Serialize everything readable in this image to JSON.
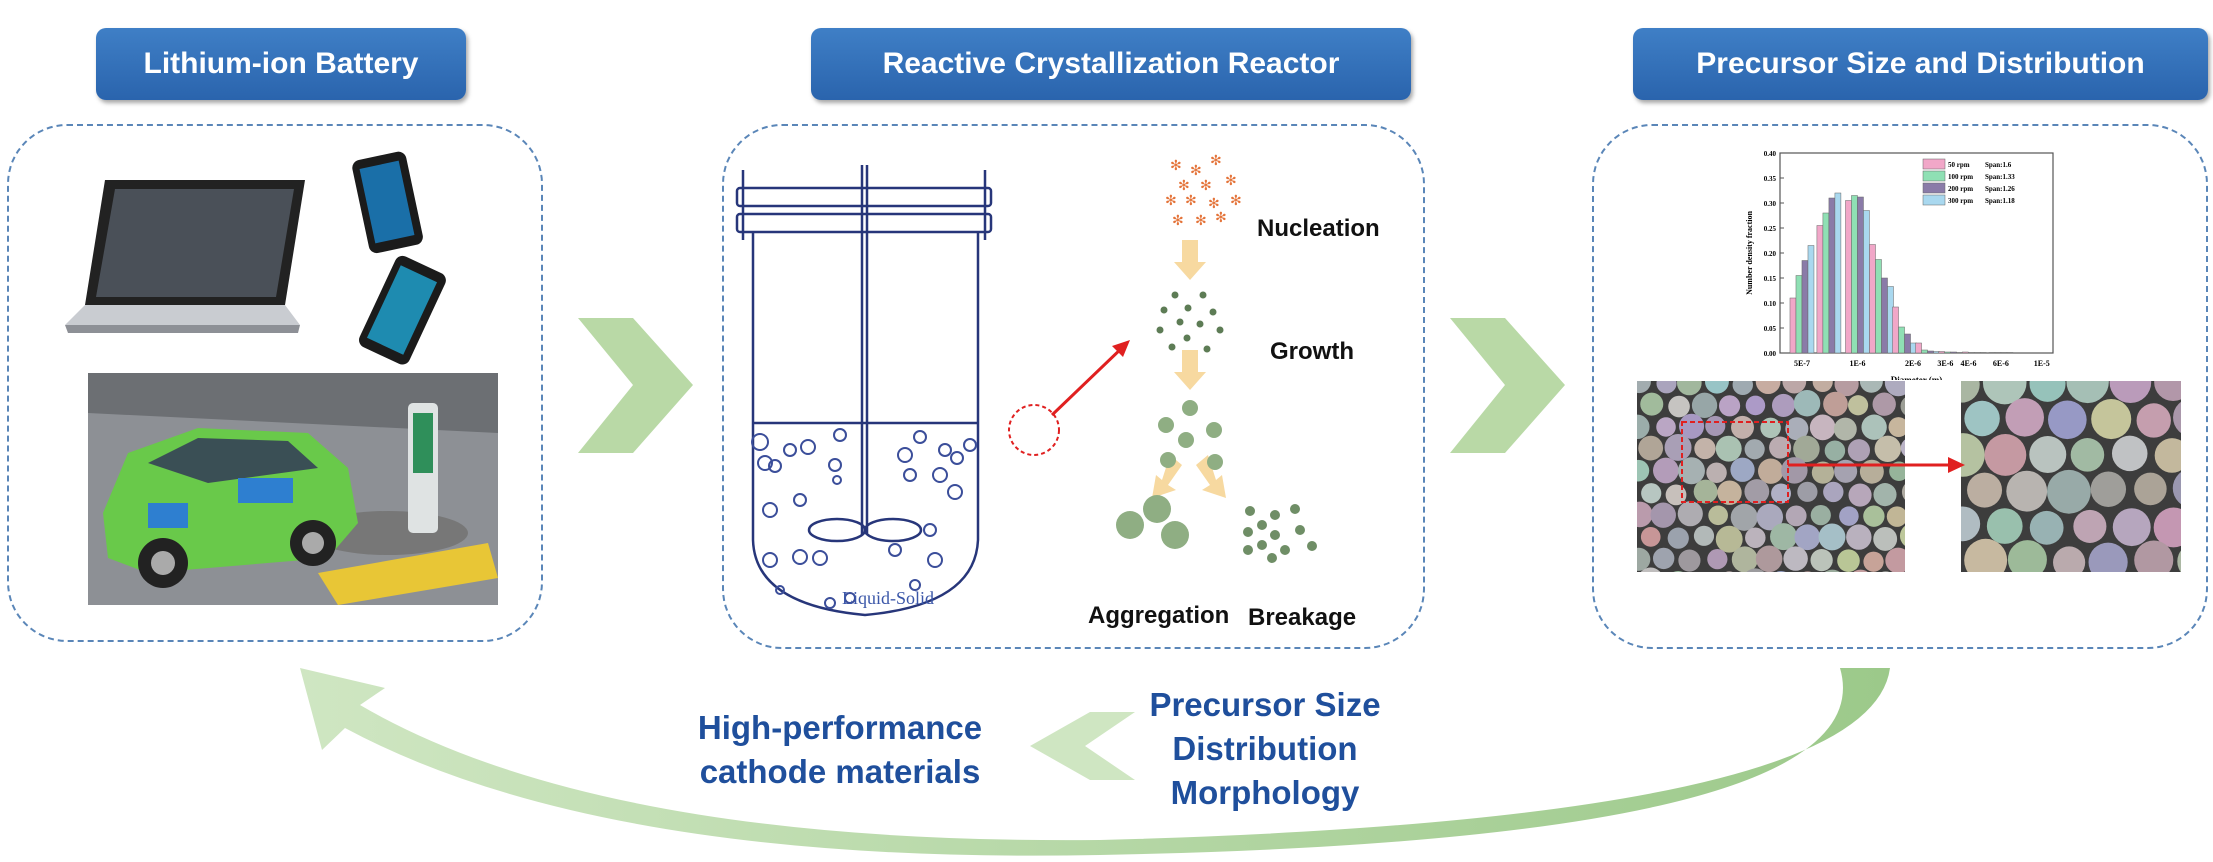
{
  "titles": {
    "battery": "Lithium-ion Battery",
    "reactor": "Reactive Crystallization Reactor",
    "precursor": "Precursor Size and  Distribution"
  },
  "reactor": {
    "liquid_label": "Liquid-Solid",
    "steps": {
      "nucleation": "Nucleation",
      "growth": "Growth",
      "aggregation": "Aggregation",
      "breakage": "Breakage"
    }
  },
  "bottom": {
    "precursor_lines": [
      "Precursor Size",
      "Distribution",
      "Morphology"
    ],
    "cathode_lines": [
      "High-performance",
      "cathode materials"
    ]
  },
  "colors": {
    "title_bg": "#2f6db5",
    "bottom_text": "#1f4f9c",
    "arrow_green": "#b9d9a6",
    "step_arrow": "#f7d9a0",
    "particle": "#7f9e72",
    "highlight": "#e02020"
  },
  "chart_data": {
    "type": "bar",
    "xlabel": "Diameter (m)",
    "ylabel": "Number density fraction",
    "xscale": "log",
    "ylim": [
      0,
      0.4
    ],
    "yticks": [
      "0.00",
      "0.05",
      "0.10",
      "0.15",
      "0.20",
      "0.25",
      "0.30",
      "0.35",
      "0.40"
    ],
    "xticks": [
      {
        "label": "5E-7",
        "value": 5e-07
      },
      {
        "label": "1E-6",
        "value": 1e-06
      },
      {
        "label": "2E-6",
        "value": 2e-06
      },
      {
        "label": "3E-6",
        "value": 3e-06
      },
      {
        "label": "4E-6",
        "value": 4e-06
      },
      {
        "label": "6E-6",
        "value": 6e-06
      },
      {
        "label": "1E-5",
        "value": 1e-05
      }
    ],
    "x": [
      5e-07,
      7e-07,
      1e-06,
      1.35e-06,
      1.8e-06,
      2.4e-06,
      3.2e-06,
      4.3e-06,
      6e-06
    ],
    "legend_position": "top-right",
    "series": [
      {
        "name": "50 rpm",
        "span": "Span:1.6",
        "color": "#f1a7c8",
        "values": [
          0.11,
          0.255,
          0.305,
          0.217,
          0.092,
          0.02,
          0.003,
          0.002,
          0.001
        ]
      },
      {
        "name": "100 rpm",
        "span": "Span:1.33",
        "color": "#8fe0b4",
        "values": [
          0.155,
          0.28,
          0.315,
          0.187,
          0.052,
          0.006,
          0.002,
          0.001,
          0.001
        ]
      },
      {
        "name": "200 rpm",
        "span": "Span:1.26",
        "color": "#8a7ba8",
        "values": [
          0.185,
          0.31,
          0.312,
          0.15,
          0.038,
          0.004,
          0.002,
          0.001,
          0.001
        ]
      },
      {
        "name": "300 rpm",
        "span": "Span:1.18",
        "color": "#a9d8ef",
        "values": [
          0.215,
          0.32,
          0.285,
          0.133,
          0.02,
          0.003,
          0.001,
          0.001,
          0.001
        ]
      }
    ]
  }
}
